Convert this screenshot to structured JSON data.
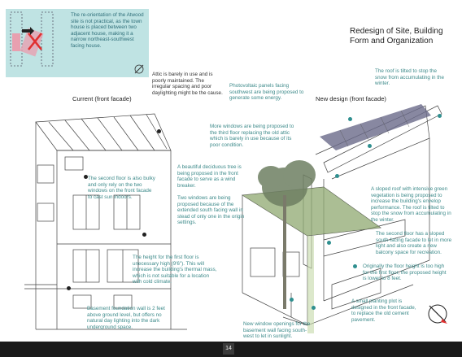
{
  "page": {
    "title_line1": "Redesign of Site, Building",
    "title_line2": "Form and Organization",
    "page_number": "14"
  },
  "inset_note": "The re-orientation of the Atwood site is not practical, as the town house is placed between two adjacent house, making it a narrow northeast-southwest facing house.",
  "captions": {
    "current": "Current (front facade)",
    "new_design": "New design (front facade)"
  },
  "left_notes": {
    "attic": "Attic is barely in use and is poorly maintained. The irregular spacing and poor daylighting might be the cause.",
    "second_floor": "The second floor is also bulky and only rely on the two windows on the front facade to cast sun indoors.",
    "first_floor": "The height for the first floor is unecessary high (9'6\"). This will increase the building's thermal mass, which is not suitable for a location with cold climate.",
    "basement": "Basement foundation wall is 2 feet above ground level, but offers no natural day lighting into the dark underground space."
  },
  "right_notes": {
    "pv": "Photovoltaic panels facing southwest are being proposed to generate some energy.",
    "roof_tilt": "The roof is tilted to stop the snow from accumulating in the winter.",
    "more_windows": "More windows are being proposed to the third floor replacing the old attic which is barely in use because of its poor condition.",
    "tree": "A beautiful deciduous tree is being proposed in the front facade to serve as a wind breaker.",
    "two_windows": "Two windows are being proposed because of the extended south facing wall in stead of only one in the origin settings.",
    "green_roof": "A sloped roof with intensive green vegetation is being proposed to increase the building's envelop performance. The roof is tilted to stop the snow from accumulating in the winter.",
    "balcony": "The second floor has a sloped south-facing facade to let in more light and also create a new balcony space for recreation.",
    "floor_height": "Originally the floor height is too high for the first floor, the proposed height is lower to 8 feet.",
    "planting": "A small planting plot is designed in the front facade, to replace the old cement pavement.",
    "basement_windows": "New window openings for the basement wall facing south-west to let in sunlight."
  },
  "colors": {
    "note_teal": "#3d8a8a",
    "inset_bg": "#bfe3e3",
    "marker_red": "#e03030",
    "footer": "#1a1a1a"
  }
}
